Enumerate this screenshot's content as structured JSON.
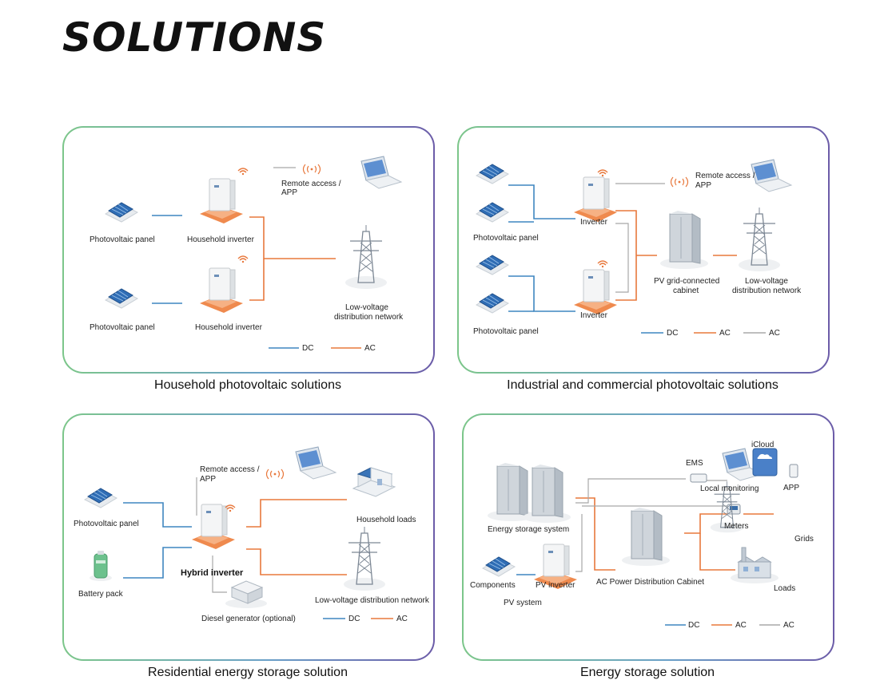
{
  "page": {
    "title": "SOLUTIONS"
  },
  "colors": {
    "dc": "#3f86c0",
    "ac": "#e8783c",
    "ac_gray": "#a8a8a8",
    "border_start": "#7cc68a",
    "border_end": "#6c5ca8"
  },
  "panels": {
    "household": {
      "caption": "Household photovoltaic solutions",
      "pv_label_1": "Photovoltaic panel",
      "pv_label_2": "Photovoltaic panel",
      "inverter_label_1": "Household inverter",
      "inverter_label_2": "Household inverter",
      "remote_line1": "Remote access /",
      "remote_line2": "APP",
      "grid_line1": "Low-voltage",
      "grid_line2": "distribution network",
      "legend_dc": "DC",
      "legend_ac": "AC"
    },
    "industrial": {
      "caption": "Industrial and commercial photovoltaic solutions",
      "pv_label_1": "Photovoltaic panel",
      "pv_label_2": "Photovoltaic panel",
      "inverter_label_1": "Inverter",
      "inverter_label_2": "Inverter",
      "remote_line1": "Remote access /",
      "remote_line2": "APP",
      "cabinet_line1": "PV grid-connected",
      "cabinet_line2": "cabinet",
      "grid_line1": "Low-voltage",
      "grid_line2": "distribution network",
      "legend_dc": "DC",
      "legend_ac": "AC",
      "legend_ac2": "AC"
    },
    "residential": {
      "caption": "Residential energy storage solution",
      "pv_label": "Photovoltaic panel",
      "battery_label": "Battery pack",
      "inverter_label": "Hybrid inverter",
      "remote_line1": "Remote access /",
      "remote_line2": "APP",
      "household_loads": "Household loads",
      "grid_label": "Low-voltage distribution network",
      "diesel_label": "Diesel generator (optional)",
      "legend_dc": "DC",
      "legend_ac": "AC"
    },
    "storage": {
      "caption": "Energy storage solution",
      "icloud": "iCloud",
      "ems": "EMS",
      "local_monitoring": "Local monitoring",
      "app": "APP",
      "ess_label": "Energy storage system",
      "meters": "Meters",
      "grids": "Grids",
      "components": "Components",
      "pv_inverter": "PV inverter",
      "pv_system": "PV system",
      "ac_cabinet": "AC Power Distribution Cabinet",
      "loads": "Loads",
      "legend_dc": "DC",
      "legend_ac": "AC",
      "legend_ac2": "AC"
    }
  }
}
